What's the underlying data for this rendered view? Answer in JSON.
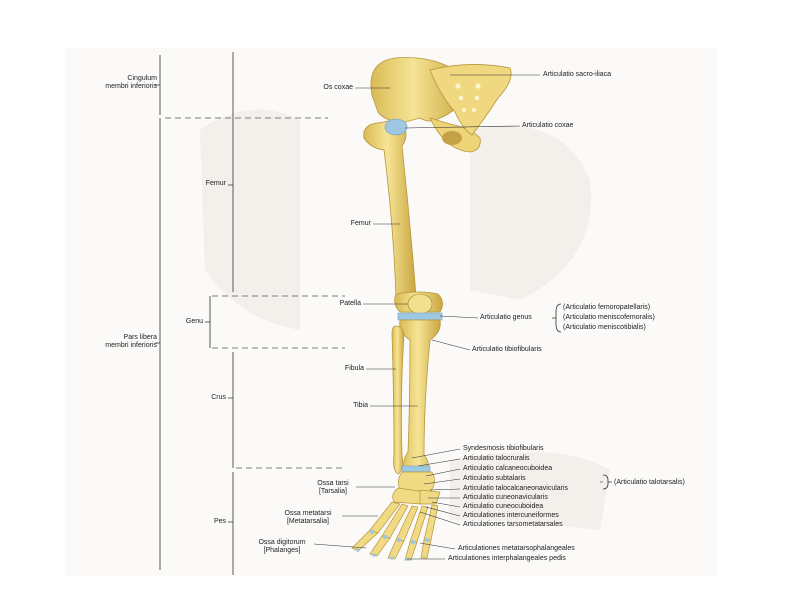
{
  "regions": {
    "cingulum": [
      "Cingulum",
      "membri inferioris"
    ],
    "pars_libera": [
      "Pars libera",
      "membri inferioris"
    ],
    "femur": "Femur",
    "genu": "Genu",
    "crus": "Crus",
    "pes": "Pes"
  },
  "bones": {
    "os_coxae": "Os coxae",
    "femur": "Femur",
    "patella": "Patella",
    "fibula": "Fibula",
    "tibia": "Tibia",
    "ossa_tarsi": [
      "Ossa tarsi",
      "[Tarsalia]"
    ],
    "ossa_metatarsi": [
      "Ossa metatarsi",
      "[Metatarsalia]"
    ],
    "ossa_digitorum": [
      "Ossa digitorum",
      "[Phalanges]"
    ]
  },
  "joints": {
    "sacro_iliaca": "Articulatio sacro-iliaca",
    "coxae": "Articulatio coxae",
    "genus": "Articulatio genus",
    "genus_parts": [
      "(Articulatio femoropatellaris)",
      "(Articulatio meniscofemoralis)",
      "(Articulatio meniscotibialis)"
    ],
    "tibiofibularis": "Articulatio tibiofibularis",
    "foot": [
      "Syndesmosis tibiofibularis",
      "Articulatio talocruralis",
      "Articulatio calcaneocuboidea",
      "Articulatio subtalaris",
      "Articulatio talocalcaneonavicularis",
      "Articulatio cuneonavicularis",
      "Articulatio cuneocuboidea",
      "Articulationes intercuneiformes",
      "Articulationes tarsometatarsales"
    ],
    "talotarsalis": "(Articulatio talotarsalis)",
    "metatarsophalangeales": "Articulationes metatarsophalangeales",
    "interphalangeales": "Articulationes interphalangeales pedis"
  },
  "colors": {
    "bone": "#f1dc86",
    "bone_dark": "#cfae4a",
    "cartilage": "#9ec8e2",
    "line": "#333333",
    "dash": "#555555"
  }
}
